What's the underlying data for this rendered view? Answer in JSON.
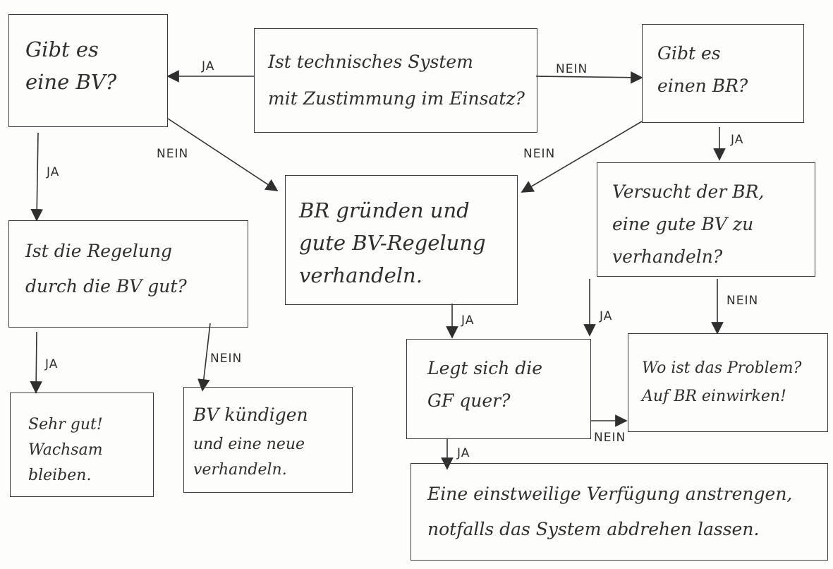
{
  "nodes": {
    "q_system": [
      "Ist technisches System",
      "mit Zustimmung im Einsatz?"
    ],
    "q_bv": [
      "Gibt es",
      "eine BV?"
    ],
    "q_br": [
      "Gibt es",
      "einen BR?"
    ],
    "q_regelung": [
      "Ist die Regelung",
      "durch die BV gut?"
    ],
    "a_br_gruenden": [
      "BR gründen und",
      "gute BV-Regelung",
      "verhandeln."
    ],
    "q_br_versucht": [
      "Versucht der BR,",
      "eine gute BV zu",
      "verhandeln?"
    ],
    "a_sehr_gut": [
      "Sehr gut!",
      "Wachsam",
      "bleiben."
    ],
    "a_bv_kuendigen": [
      "BV kündigen",
      "und eine neue",
      "verhandeln."
    ],
    "q_gf": [
      "Legt sich die",
      "GF quer?"
    ],
    "a_problem": [
      "Wo ist das Problem?",
      "Auf BR einwirken!"
    ],
    "a_verfuegung": [
      "Eine einstweilige Verfügung anstrengen,",
      "notfalls das System abdrehen lassen."
    ]
  },
  "edge_labels": {
    "ja": "JA",
    "nein": "NEIN"
  }
}
